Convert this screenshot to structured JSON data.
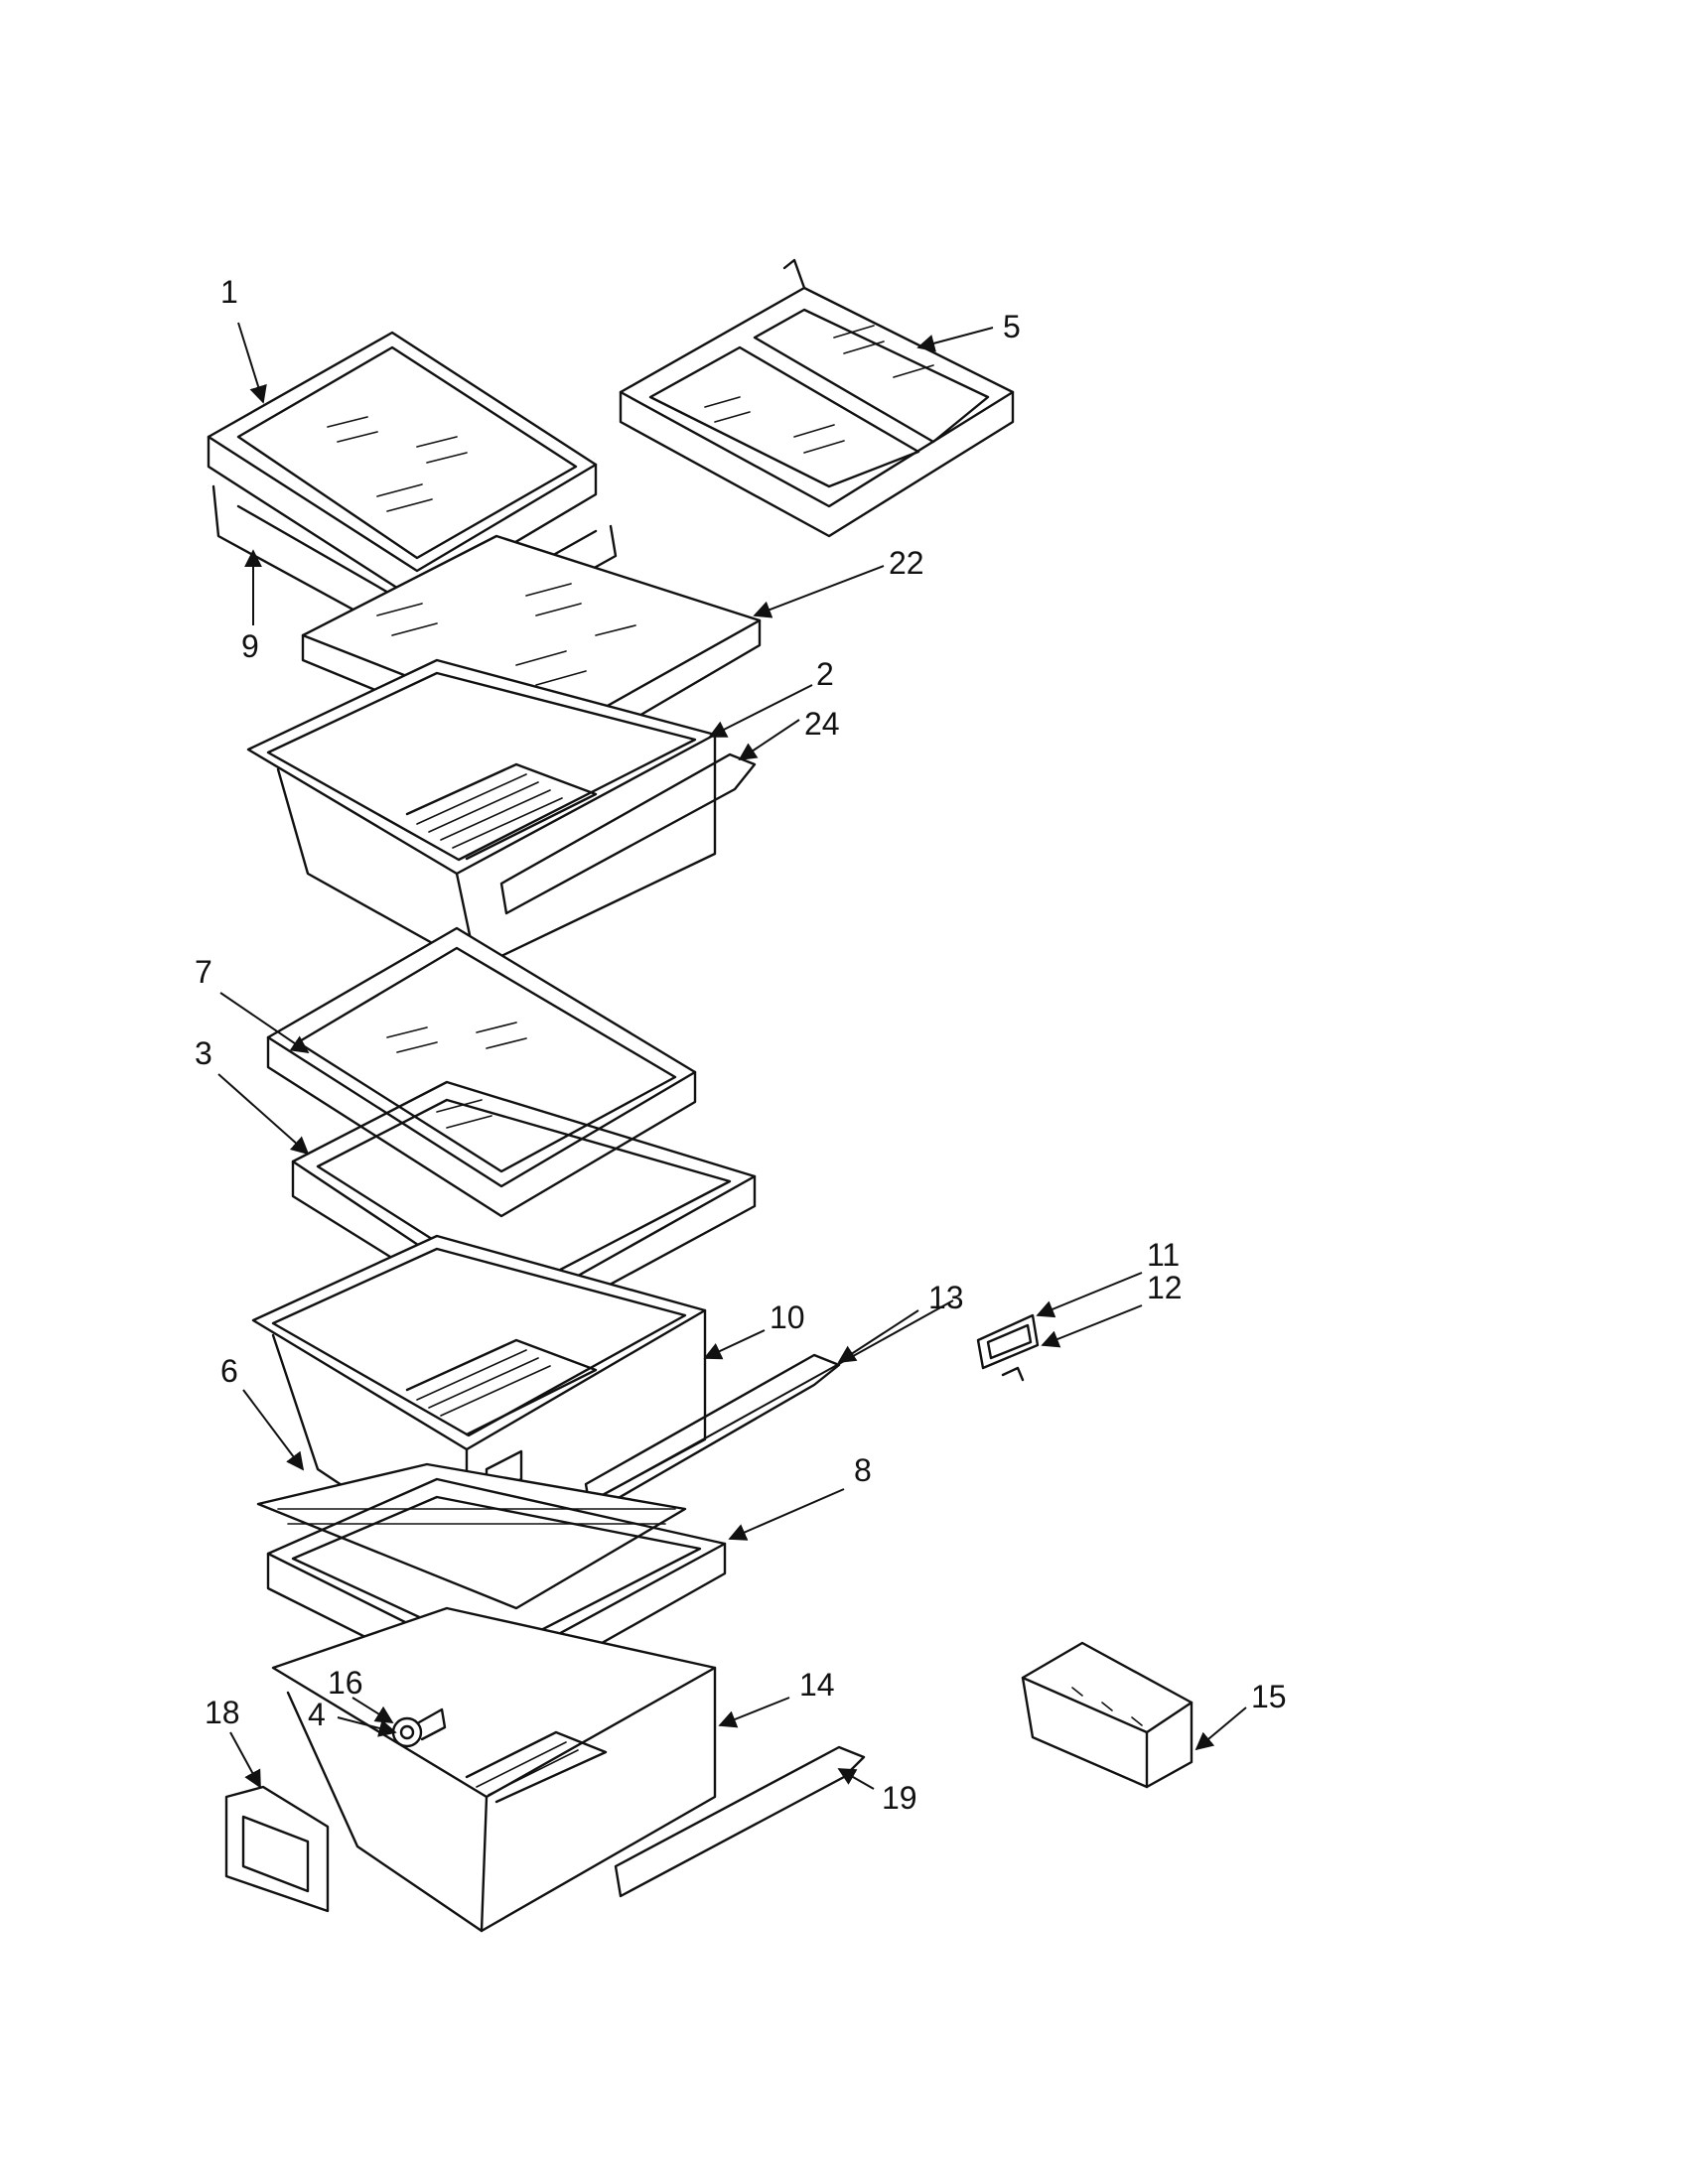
{
  "diagram": {
    "callouts": [
      "1",
      "2",
      "3",
      "4",
      "5",
      "6",
      "7",
      "8",
      "9",
      "10",
      "11",
      "12",
      "13",
      "14",
      "15",
      "16",
      "18",
      "19",
      "22",
      "24"
    ]
  }
}
